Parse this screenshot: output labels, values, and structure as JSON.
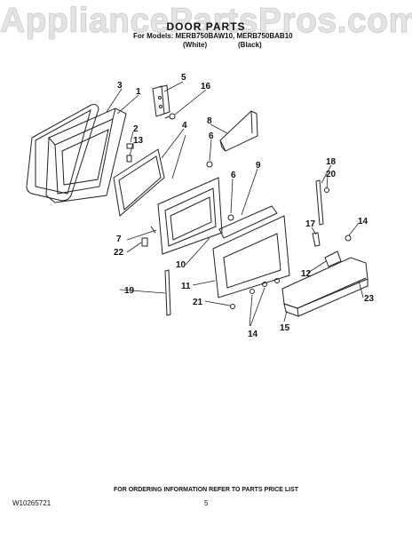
{
  "watermark": "AppliancePartsPros.com",
  "header": {
    "title": "DOOR PARTS",
    "models": "For Models: MERB750BAW10, MERB750BAB10",
    "color_white": "(White)",
    "color_black": "(Black)"
  },
  "callouts": {
    "c1": "1",
    "c2": "2",
    "c3": "3",
    "c4": "4",
    "c5": "5",
    "c6a": "6",
    "c6b": "6",
    "c7": "7",
    "c8": "8",
    "c9": "9",
    "c10": "10",
    "c11": "11",
    "c12": "12",
    "c13": "13",
    "c14a": "14",
    "c14b": "14",
    "c15": "15",
    "c16": "16",
    "c17": "17",
    "c18": "18",
    "c19": "19",
    "c20": "20",
    "c21": "21",
    "c22": "22",
    "c23": "23"
  },
  "footer": {
    "ordering_note": "FOR ORDERING INFORMATION REFER TO PARTS PRICE LIST",
    "doc_number": "W10265721",
    "page": "5"
  }
}
